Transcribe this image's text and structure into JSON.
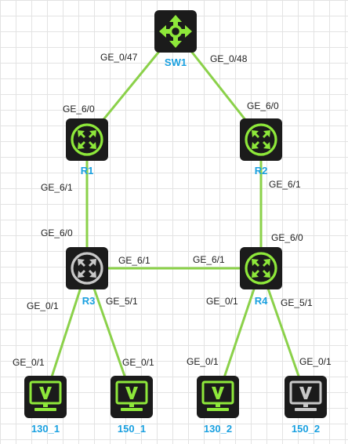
{
  "colors": {
    "link": "#8bd14a",
    "icon_accent": "#8ee83a",
    "icon_gray": "#c8c8c8",
    "device_body": "#1b1b1b",
    "label_blue": "#19a0e0"
  },
  "nodes": {
    "sw1": {
      "name": "SW1",
      "icon": "switch-icon"
    },
    "r1": {
      "name": "R1",
      "icon": "router-icon"
    },
    "r2": {
      "name": "R2",
      "icon": "router-icon"
    },
    "r3": {
      "name": "R3",
      "icon": "router-icon-inactive"
    },
    "r4": {
      "name": "R4",
      "icon": "router-icon"
    },
    "h130_1": {
      "name": "130_1",
      "icon": "pc-icon"
    },
    "h150_1": {
      "name": "150_1",
      "icon": "pc-icon"
    },
    "h130_2": {
      "name": "130_2",
      "icon": "pc-icon"
    },
    "h150_2": {
      "name": "150_2",
      "icon": "pc-icon-inactive"
    }
  },
  "ports": {
    "sw1_r1": "GE_0/47",
    "sw1_r2": "GE_0/48",
    "r1_sw1": "GE_6/0",
    "r2_sw1": "GE_6/0",
    "r1_r3": "GE_6/1",
    "r3_r1": "GE_6/0",
    "r2_r4": "GE_6/1",
    "r4_r2": "GE_6/0",
    "r3_r4": "GE_6/1",
    "r4_r3": "GE_6/1",
    "r3_h130_1": "GE_0/1",
    "r3_h150_1": "GE_5/1",
    "r4_h130_2": "GE_0/1",
    "r4_h150_2": "GE_5/1",
    "h130_1_r3": "GE_0/1",
    "h150_1_r3": "GE_0/1",
    "h130_2_r4": "GE_0/1",
    "h150_2_r4": "GE_0/1"
  }
}
